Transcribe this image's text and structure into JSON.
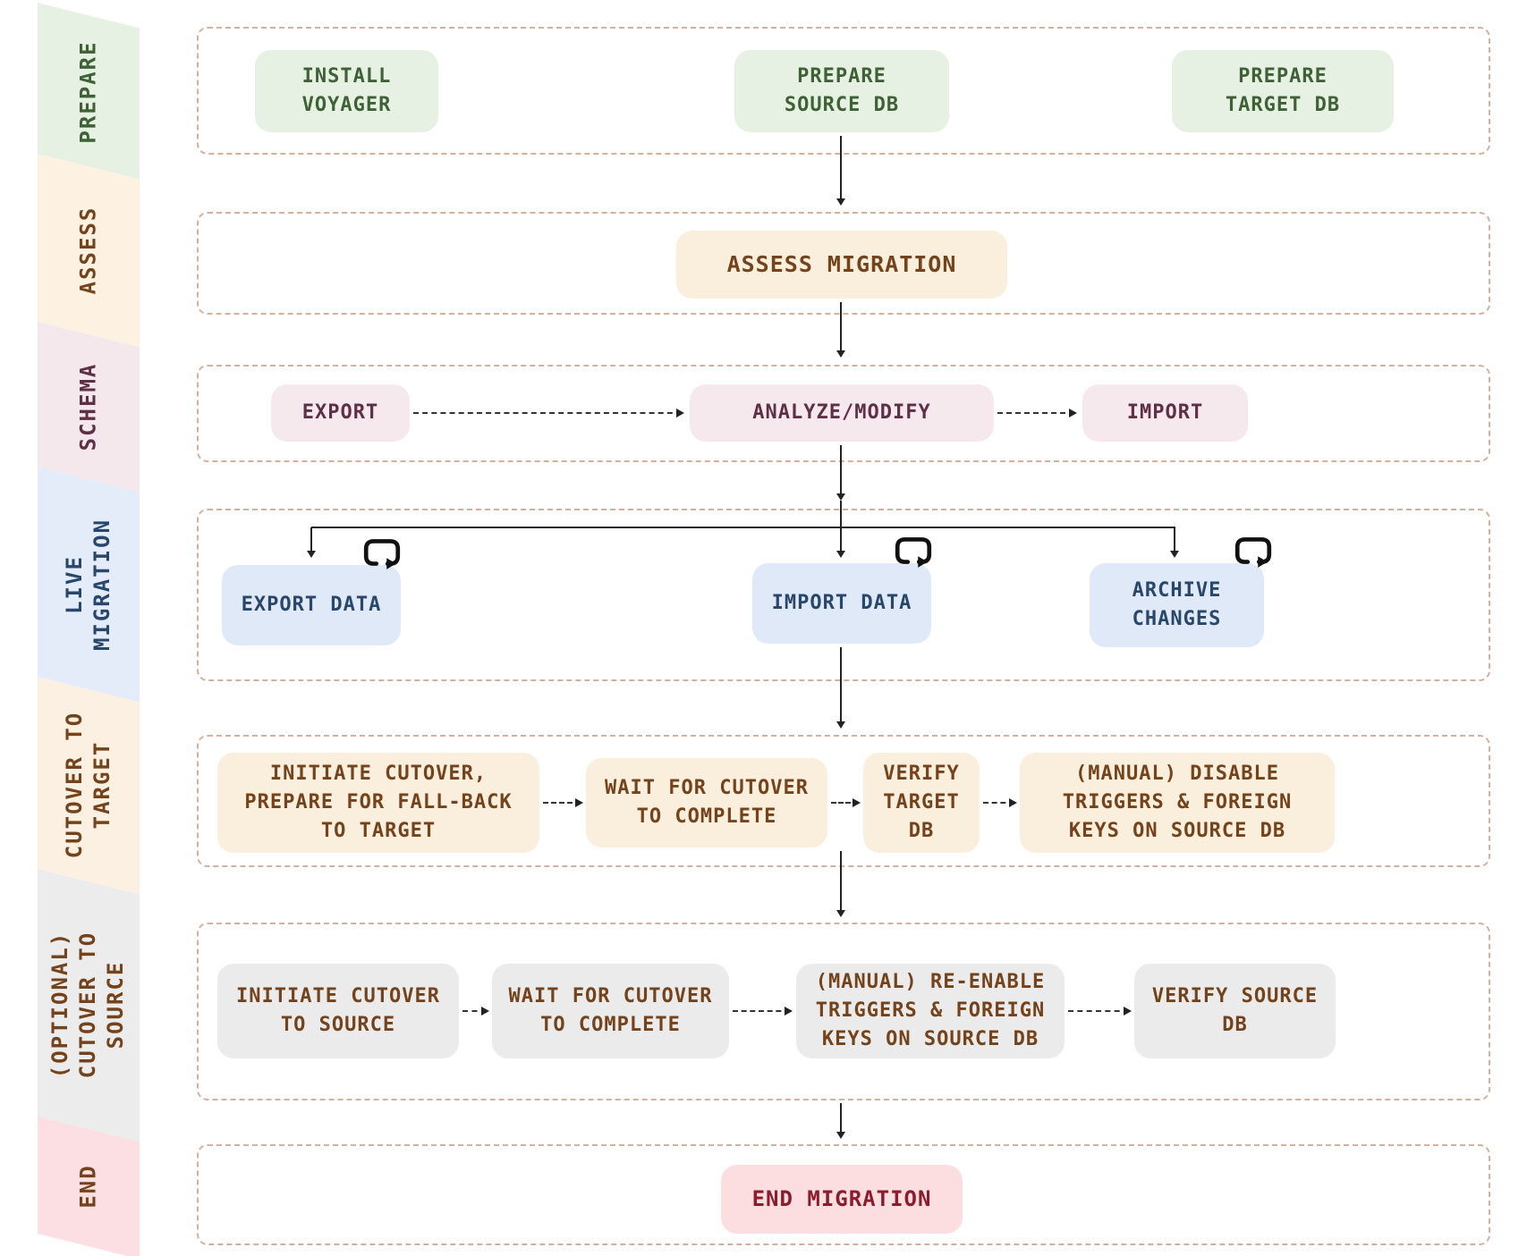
{
  "title": "Database migration workflow diagram",
  "sidebar": {
    "phases": [
      {
        "label": "PREPARE",
        "bg": "#e7f1e3",
        "text_color": "#3e6136"
      },
      {
        "label": "ASSESS",
        "bg": "#fdf1e2",
        "text_color": "#74431b"
      },
      {
        "label": "SCHEMA",
        "bg": "#f4e8ec",
        "text_color": "#5e3048"
      },
      {
        "label": "LIVE\nMIGRATION",
        "bg": "#e3ecf8",
        "text_color": "#29476b"
      },
      {
        "label": "CUTOVER TO\nTARGET",
        "bg": "#fbf0e1",
        "text_color": "#74431b"
      },
      {
        "label": "(OPTIONAL)\nCUTOVER TO\nSOURCE",
        "bg": "#ececec",
        "text_color": "#74431b"
      },
      {
        "label": "END",
        "bg": "#fbdfe2",
        "text_color": "#74431b"
      }
    ]
  },
  "rows": {
    "prepare": {
      "boxes": [
        {
          "label": "INSTALL\nVOYAGER"
        },
        {
          "label": "PREPARE\nSOURCE DB"
        },
        {
          "label": "PREPARE\nTARGET DB"
        }
      ]
    },
    "assess": {
      "boxes": [
        {
          "label": "ASSESS MIGRATION"
        }
      ]
    },
    "schema": {
      "boxes": [
        {
          "label": "EXPORT"
        },
        {
          "label": "ANALYZE/MODIFY"
        },
        {
          "label": "IMPORT"
        }
      ]
    },
    "live_migration": {
      "boxes": [
        {
          "label": "EXPORT DATA",
          "loop_icon": true
        },
        {
          "label": "IMPORT DATA",
          "loop_icon": true
        },
        {
          "label": "ARCHIVE\nCHANGES",
          "loop_icon": true
        }
      ]
    },
    "cutover_target": {
      "boxes": [
        {
          "label": "INITIATE CUTOVER,\nPREPARE FOR FALL-BACK\nTO TARGET"
        },
        {
          "label": "WAIT FOR CUTOVER\nTO COMPLETE"
        },
        {
          "label": "VERIFY\nTARGET\nDB"
        },
        {
          "label": "(MANUAL) DISABLE\nTRIGGERS & FOREIGN\nKEYS ON SOURCE DB"
        }
      ]
    },
    "cutover_source": {
      "boxes": [
        {
          "label": "INITIATE CUTOVER\nTO SOURCE"
        },
        {
          "label": "WAIT FOR CUTOVER\nTO COMPLETE"
        },
        {
          "label": "(MANUAL) RE-ENABLE\nTRIGGERS & FOREIGN\nKEYS ON SOURCE DB"
        },
        {
          "label": "VERIFY SOURCE\nDB"
        }
      ]
    },
    "end": {
      "boxes": [
        {
          "label": "END MIGRATION"
        }
      ]
    }
  },
  "icons": {
    "loop": "loop-repeat-icon"
  },
  "colors": {
    "container_border": "#d6b09a",
    "arrow": "#222222",
    "green_box_bg": "#e7f1e3",
    "green_text": "#3e6136",
    "cream_box_bg": "#faeedd",
    "brown_text": "#74431b",
    "pink_box_bg": "#f6e9ed",
    "maroon_text": "#5e3048",
    "blue_box_bg": "#dfe9f7",
    "navy_text": "#29476b",
    "gray_box_bg": "#ebebeb",
    "red_box_bg": "#fcdee1",
    "dark_red_text": "#8b1c2b"
  }
}
